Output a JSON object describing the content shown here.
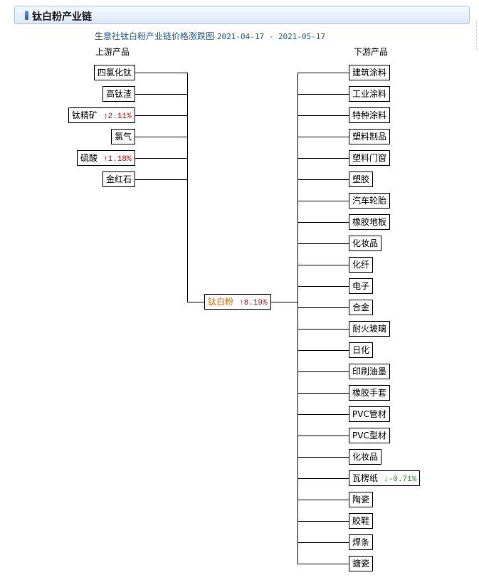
{
  "header": {
    "title": "钛白粉产业链"
  },
  "subtitle": {
    "prefix": "生意社钛白粉产业链价格涨跌图",
    "date_range": "2021-04-17 - 2021-05-17"
  },
  "upstream_label": "上游产品",
  "downstream_label": "下游产品",
  "center": {
    "name": "钛白粉",
    "arrow": "↑",
    "change": "8.19%",
    "direction": "up"
  },
  "upstream": [
    {
      "name": "四氯化钛"
    },
    {
      "name": "高钛渣"
    },
    {
      "name": "钛精矿",
      "arrow": "↑",
      "change": "2.11%",
      "direction": "up"
    },
    {
      "name": "氯气"
    },
    {
      "name": "硫酸",
      "arrow": "↑",
      "change": "1.18%",
      "direction": "up"
    },
    {
      "name": "金红石"
    }
  ],
  "downstream": [
    {
      "name": "建筑涂料"
    },
    {
      "name": "工业涂料"
    },
    {
      "name": "特种涂料"
    },
    {
      "name": "塑料制品"
    },
    {
      "name": "塑料门窗"
    },
    {
      "name": "塑胶"
    },
    {
      "name": "汽车轮胎"
    },
    {
      "name": "橡胶地板"
    },
    {
      "name": "化妆品"
    },
    {
      "name": "化纤"
    },
    {
      "name": "电子"
    },
    {
      "name": "合金"
    },
    {
      "name": "耐火玻璃"
    },
    {
      "name": "日化"
    },
    {
      "name": "印刷油墨"
    },
    {
      "name": "橡胶手套"
    },
    {
      "name": "PVC管材"
    },
    {
      "name": "PVC型材"
    },
    {
      "name": "化妆品"
    },
    {
      "name": "瓦楞纸",
      "arrow": "↓",
      "change": "-0.71%",
      "direction": "down"
    },
    {
      "name": "陶瓷"
    },
    {
      "name": "胶鞋"
    },
    {
      "name": "焊条"
    },
    {
      "name": "搪瓷"
    }
  ],
  "colors": {
    "up": "#e60000",
    "down": "#10a010",
    "center": "#e66a00",
    "subtitle": "#1c5a99"
  }
}
